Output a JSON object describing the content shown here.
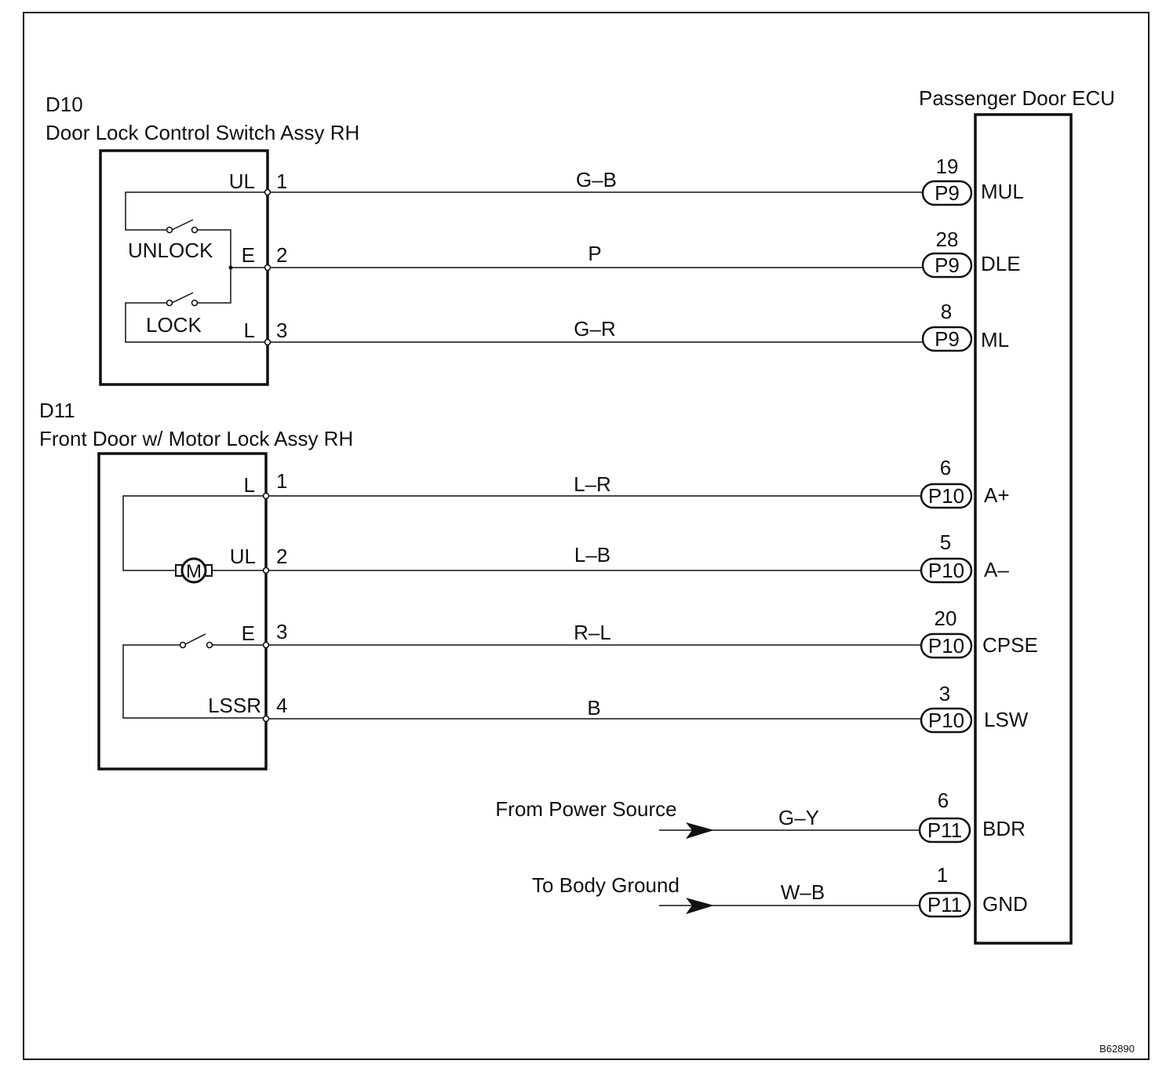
{
  "figure_ref": "B62890",
  "d10": {
    "code": "D10",
    "name": "Door Lock Control Switch Assy RH",
    "switch_unlock": "UNLOCK",
    "switch_lock": "LOCK",
    "pins": [
      {
        "term": "UL",
        "num": "1"
      },
      {
        "term": "E",
        "num": "2"
      },
      {
        "term": "L",
        "num": "3"
      }
    ]
  },
  "d11": {
    "code": "D11",
    "name": "Front Door w/ Motor Lock Assy RH",
    "motor_symbol": "M",
    "pins": [
      {
        "term": "L",
        "num": "1"
      },
      {
        "term": "UL",
        "num": "2"
      },
      {
        "term": "E",
        "num": "3"
      },
      {
        "term": "LSSR",
        "num": "4"
      }
    ]
  },
  "ecu": {
    "name": "Passenger Door ECU",
    "connections": [
      {
        "wire": "G–B",
        "pin": "19",
        "connector": "P9",
        "terminal": "MUL"
      },
      {
        "wire": "P",
        "pin": "28",
        "connector": "P9",
        "terminal": "DLE"
      },
      {
        "wire": "G–R",
        "pin": "8",
        "connector": "P9",
        "terminal": "ML"
      },
      {
        "wire": "L–R",
        "pin": "6",
        "connector": "P10",
        "terminal": "A+"
      },
      {
        "wire": "L–B",
        "pin": "5",
        "connector": "P10",
        "terminal": "A–"
      },
      {
        "wire": "R–L",
        "pin": "20",
        "connector": "P10",
        "terminal": "CPSE"
      },
      {
        "wire": "B",
        "pin": "3",
        "connector": "P10",
        "terminal": "LSW"
      },
      {
        "wire": "G–Y",
        "pin": "6",
        "connector": "P11",
        "terminal": "BDR"
      },
      {
        "wire": "W–B",
        "pin": "1",
        "connector": "P11",
        "terminal": "GND"
      }
    ]
  },
  "sources": {
    "power": "From Power Source",
    "ground": "To Body Ground"
  }
}
